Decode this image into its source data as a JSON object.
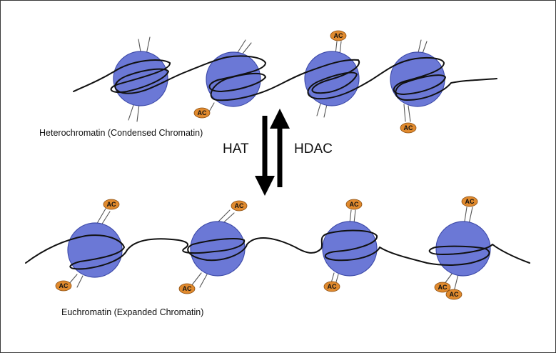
{
  "labels": {
    "heterochromatin": "Heterochromatin (Condensed Chromatin)",
    "euchromatin": "Euchromatin (Expanded Chromatin)",
    "forward_enzyme": "HAT",
    "reverse_enzyme": "HDAC"
  },
  "acetyl_tag": "AC",
  "colors": {
    "histone": "#6b78d6",
    "histone_outline": "#3d4aa8",
    "acetyl_tag": "#e08a2e",
    "dna": "#111111"
  },
  "heterochromatin_nucleosomes": [
    {
      "acetyl_tags": 0
    },
    {
      "acetyl_tags": 1
    },
    {
      "acetyl_tags": 1
    },
    {
      "acetyl_tags": 1
    }
  ],
  "euchromatin_nucleosomes": [
    {
      "acetyl_tags": 2
    },
    {
      "acetyl_tags": 2
    },
    {
      "acetyl_tags": 2
    },
    {
      "acetyl_tags": 3
    }
  ]
}
